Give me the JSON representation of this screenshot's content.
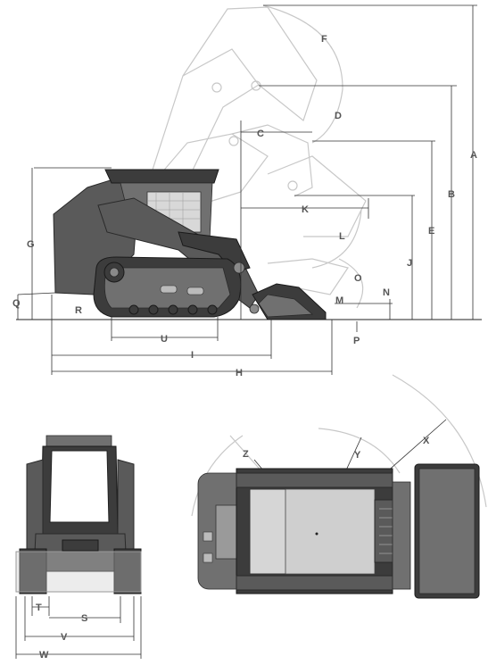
{
  "labels": {
    "A": "A",
    "B": "B",
    "C": "C",
    "D": "D",
    "E": "E",
    "F": "F",
    "G": "G",
    "H": "H",
    "I": "I",
    "J": "J",
    "K": "K",
    "L": "L",
    "M": "M",
    "N": "N",
    "O": "O",
    "P": "P",
    "Q": "Q",
    "R": "R",
    "S": "S",
    "T": "T",
    "U": "U",
    "V": "V",
    "W": "W",
    "X": "X",
    "Y": "Y",
    "Z": "Z"
  }
}
